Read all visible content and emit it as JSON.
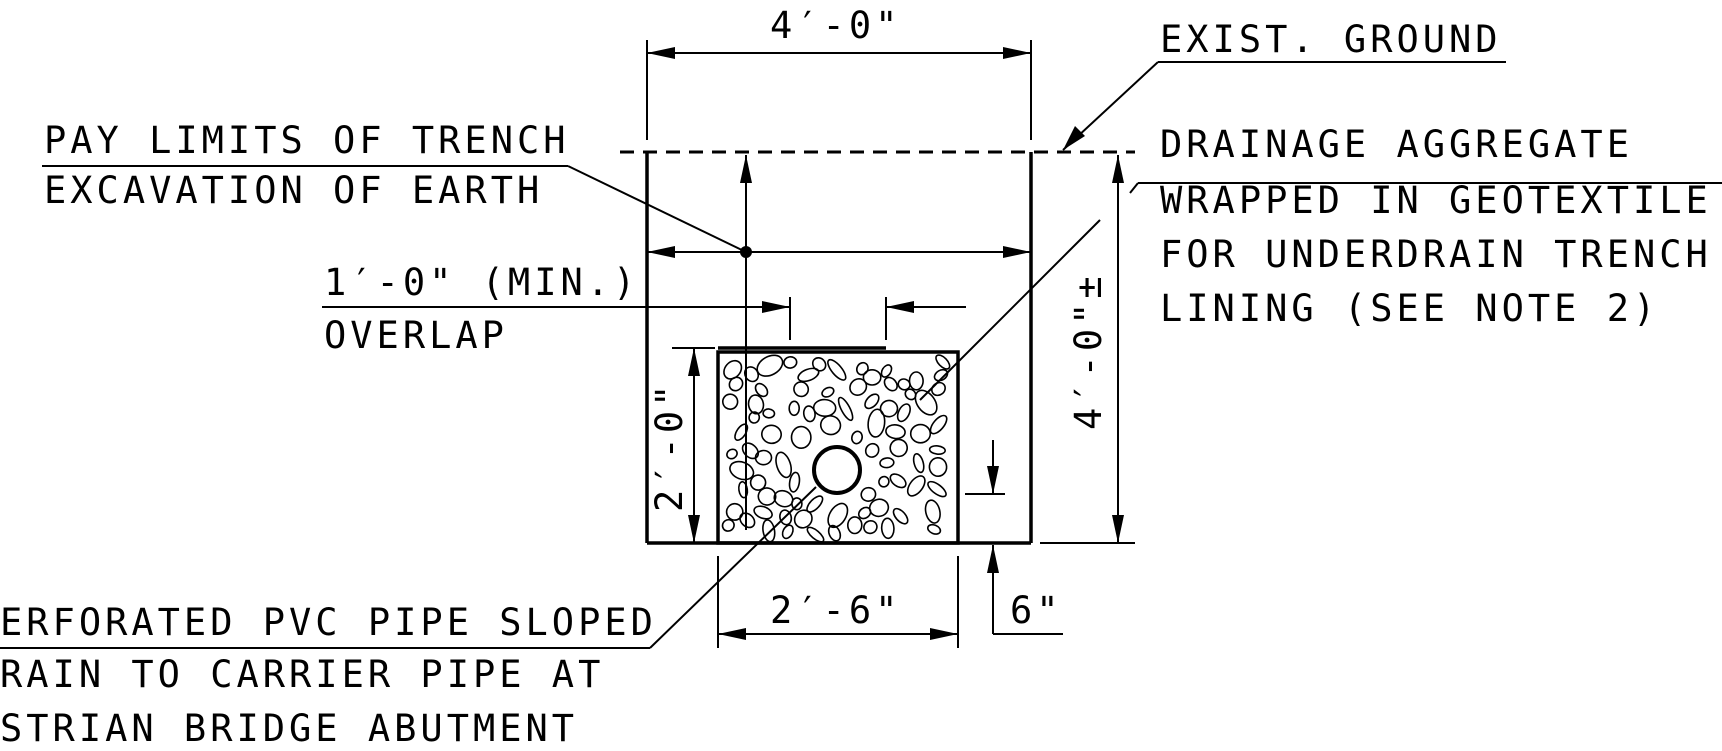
{
  "labels": {
    "top_width": "4′-0\"",
    "exist_ground": "EXIST. GROUND",
    "pay_limits_1": "PAY LIMITS OF TRENCH",
    "pay_limits_2": "EXCAVATION OF EARTH",
    "overlap_1": "1′-0\" (MIN.)",
    "overlap_2": "OVERLAP",
    "aggregate_1": "DRAINAGE AGGREGATE",
    "aggregate_2": "WRAPPED IN GEOTEXTILE",
    "aggregate_3": "FOR UNDERDRAIN TRENCH",
    "aggregate_4": "LINING (SEE NOTE 2)",
    "depth": "4′-0\"±",
    "aggregate_height": "2′-0\"",
    "aggregate_width": "2′-6\"",
    "pipe_offset": "6\"",
    "pipe_1": "ERFORATED PVC PIPE SLOPED",
    "pipe_2": "RAIN TO CARRIER PIPE AT",
    "pipe_3": "STRIAN BRIDGE ABUTMENT"
  }
}
